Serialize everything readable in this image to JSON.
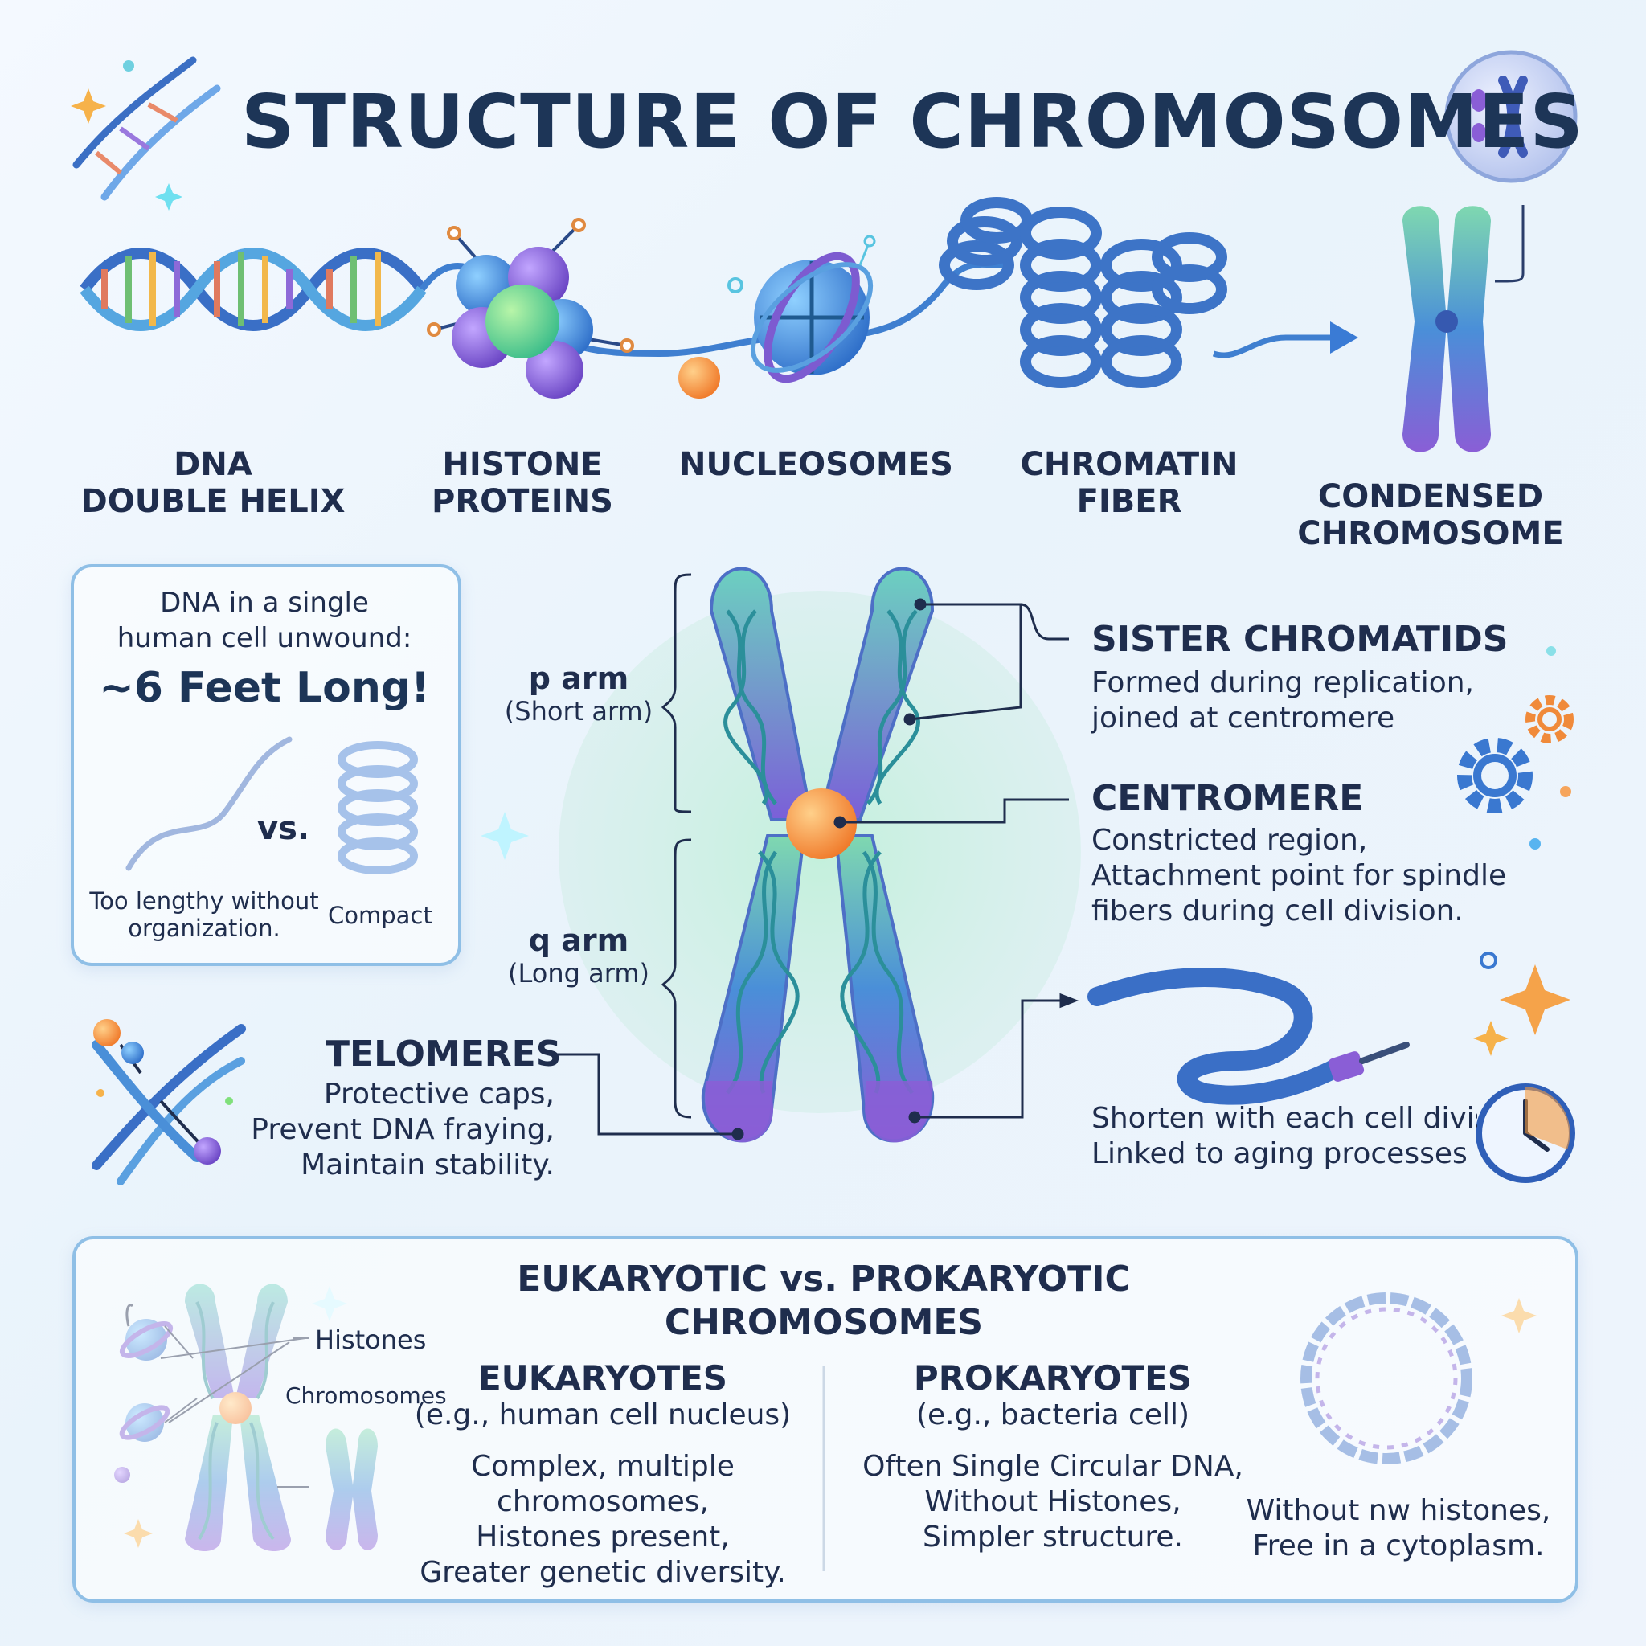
{
  "title": "STRUCTURE OF CHROMOSOMES",
  "stages": [
    {
      "id": "dna",
      "lines": [
        "DNA",
        "DOUBLE HELIX"
      ]
    },
    {
      "id": "histone",
      "lines": [
        "HISTONE",
        "PROTEINS"
      ]
    },
    {
      "id": "nucleosomes",
      "lines": [
        "NUCLEOSOMES"
      ]
    },
    {
      "id": "chromatin",
      "lines": [
        "CHROMATIN",
        "FIBER"
      ]
    },
    {
      "id": "condensed",
      "lines": [
        "CONDENSED",
        "CHROMOSOME"
      ]
    }
  ],
  "info_box": {
    "line1": "DNA in a single",
    "line2": "human cell unwound:",
    "highlight": "~6 Feet Long!",
    "vs": "vs.",
    "left_caption_1": "Too lengthy without",
    "left_caption_2": "organization.",
    "right_caption": "Compact"
  },
  "arms": {
    "p_label": "p arm",
    "p_sub": "(Short arm)",
    "q_label": "q arm",
    "q_sub": "(Long arm)"
  },
  "sister_chromatids": {
    "heading": "SISTER CHROMATIDS",
    "line1": "Formed during replication,",
    "line2": "joined at centromere"
  },
  "centromere": {
    "heading": "CENTROMERE",
    "line1": "Constricted region,",
    "line2": "Attachment point for spindle",
    "line3": "fibers during cell division."
  },
  "telomeres": {
    "heading": "TELOMERES",
    "line1": "Protective caps,",
    "line2": "Prevent DNA fraying,",
    "line3": "Maintain stability."
  },
  "telomere_note": {
    "line1": "Shorten with each cell divisior",
    "line2": "Linked to aging processes"
  },
  "comparison": {
    "title_line1": "EUKARYOTIC vs. PROKARYOTIC",
    "title_line2": "CHROMOSOMES",
    "label_histones": "Histones",
    "label_chromosomes": "Chromosomes",
    "eukaryotes": {
      "heading": "EUKARYOTES",
      "example": "(e.g., human cell nucleus)",
      "line1": "Complex, multiple chromosomes,",
      "line2": "Histones present,",
      "line3": "Greater genetic diversity."
    },
    "prokaryotes": {
      "heading": "PROKARYOTES",
      "example": "(e.g., bacteria cell)",
      "line1": "Often Single Circular DNA,",
      "line2": "Without Histones,",
      "line3": "Simpler structure."
    },
    "circle_caption_1": "Without nw histones,",
    "circle_caption_2": "Free in a cytoplasm."
  },
  "colors": {
    "navy": "#1d3557",
    "blue": "#3a7bd5",
    "teal": "#3fb8af",
    "green": "#7fd4a0",
    "purple": "#7d5bd0",
    "orange": "#f39a3d"
  }
}
